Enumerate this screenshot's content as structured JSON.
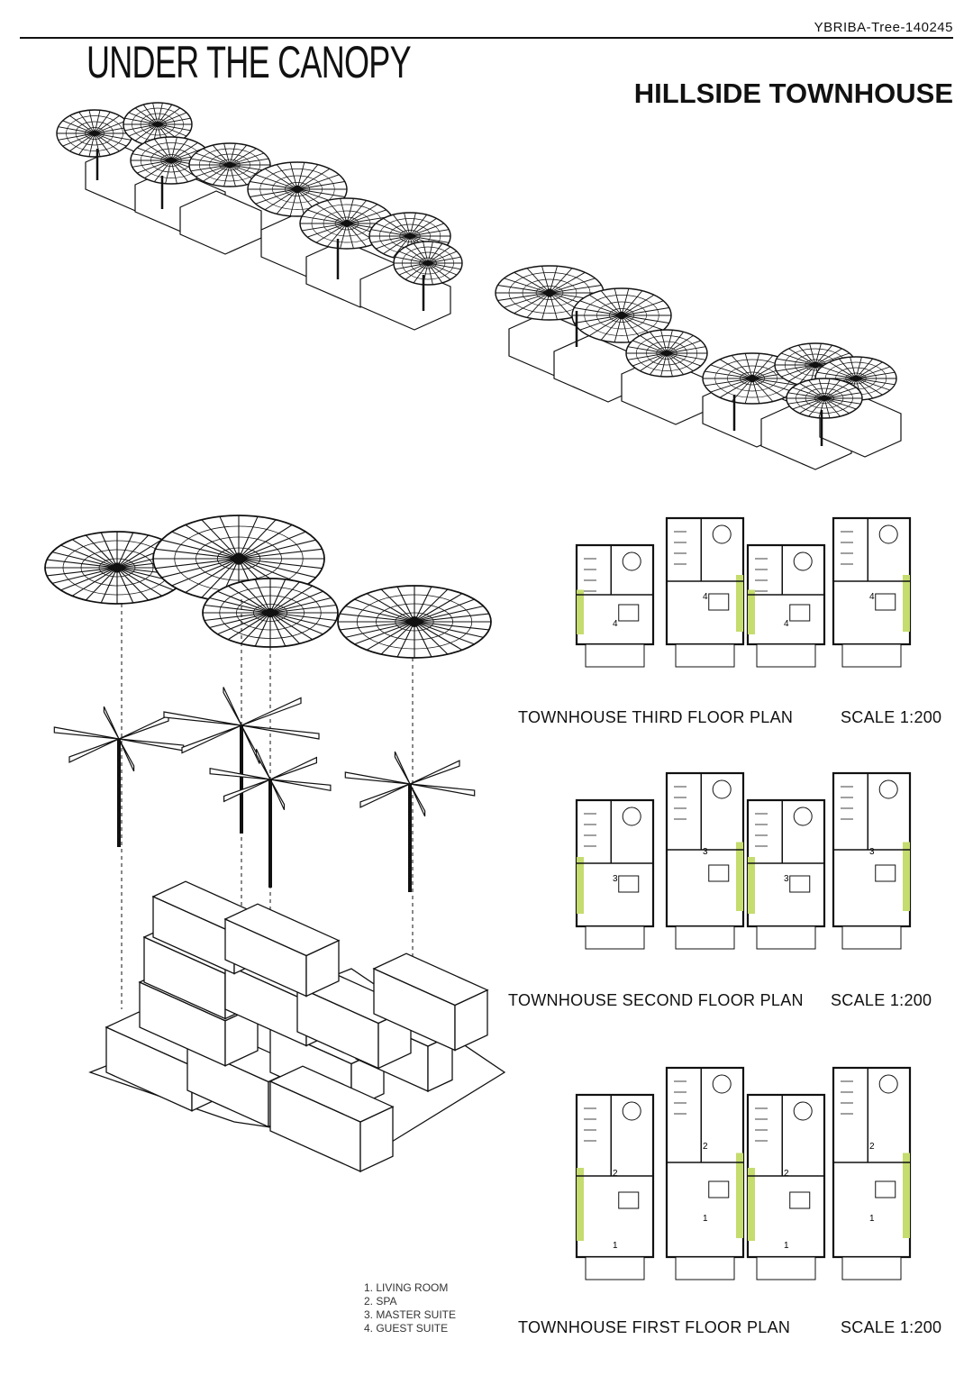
{
  "header": {
    "project_id": "YBRIBA-Tree-140245",
    "title": "UNDER THE CANOPY",
    "subtitle": "HILLSIDE TOWNHOUSE"
  },
  "plans": [
    {
      "label": "TOWNHOUSE THIRD FLOOR PLAN",
      "scale": "SCALE 1:200",
      "room_numbers": [
        "4",
        "4",
        "4",
        "4"
      ]
    },
    {
      "label": "TOWNHOUSE SECOND FLOOR PLAN",
      "scale": "SCALE 1:200",
      "room_numbers": [
        "3",
        "3",
        "3",
        "3"
      ]
    },
    {
      "label": "TOWNHOUSE FIRST FLOOR PLAN",
      "scale": "SCALE 1:200",
      "room_numbers": [
        "2",
        "2",
        "2",
        "2",
        "1",
        "1",
        "1",
        "1"
      ]
    }
  ],
  "legend": [
    "1. LIVING ROOM",
    "2. SPA",
    "3. MASTER SUITE",
    "4. GUEST SUITE"
  ],
  "colors": {
    "ink": "#111111",
    "green_strip": "#c5dc6e",
    "paper": "#ffffff"
  }
}
